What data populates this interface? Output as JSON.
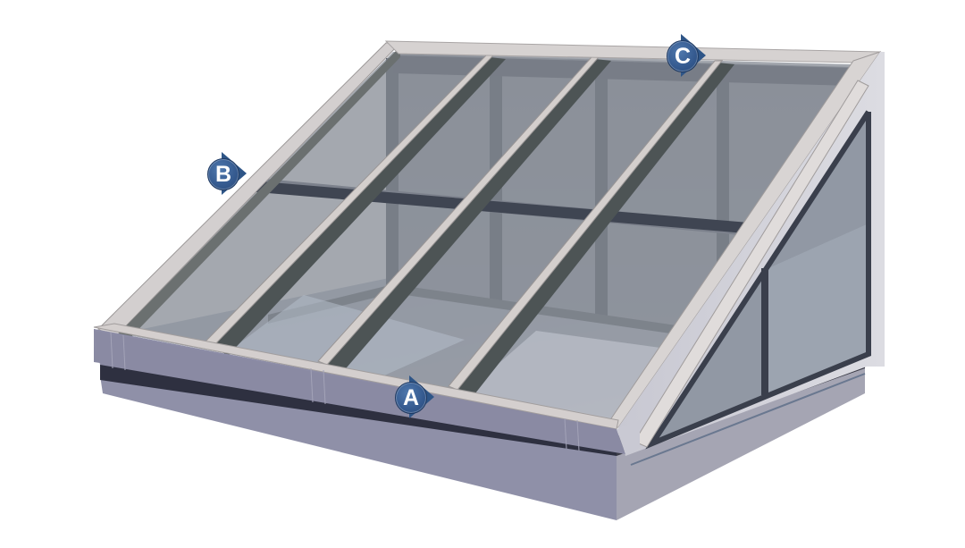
{
  "figure": {
    "subject": "Sloped glass skylight on curb",
    "colors": {
      "background": "#ffffff",
      "frame_cap": "#d6d1d0",
      "frame_face": "#8a8aa4",
      "curb_band": "#2e3040",
      "curb_base": "#9a9aae",
      "glass": "#8e939c",
      "glass_light": "#b9c0cc",
      "interior_floor": "#c9ccd6",
      "mullion_dark": "#3a3f4c",
      "rafter_side": "#4d5455",
      "callout_fill": "#34598e"
    }
  },
  "callouts": [
    {
      "id": "A",
      "label": "A"
    },
    {
      "id": "B",
      "label": "B"
    },
    {
      "id": "C",
      "label": "C"
    }
  ]
}
